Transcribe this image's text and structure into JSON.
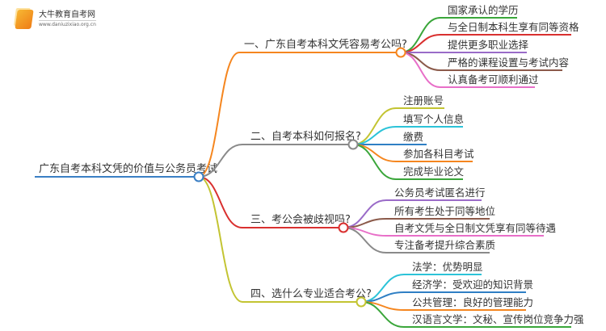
{
  "logo": {
    "name": "大牛教育自考网",
    "url": "www.daniuzixiao.org.cn"
  },
  "root": {
    "label": "广东自考本科文凭的价值与公务员考试",
    "color": "#3a7fc4"
  },
  "branches": [
    {
      "label": "一、广东自考本科文凭容易考公吗?",
      "color": "#f5861f",
      "leaves": [
        {
          "label": "国家承认的学历",
          "color": "#3aa63a"
        },
        {
          "label": "与全日制本科生享有同等资格",
          "color": "#d9302f"
        },
        {
          "label": "提供更多职业选择",
          "color": "#9a6bc8"
        },
        {
          "label": "严格的课程设置与考试内容",
          "color": "#8b5a4a"
        },
        {
          "label": "认真备考可顺利通过",
          "color": "#e86fc8"
        }
      ]
    },
    {
      "label": "二、自考本科如何报名?",
      "color": "#8a8a8a",
      "leaves": [
        {
          "label": "注册账号",
          "color": "#c3c432"
        },
        {
          "label": "填写个人信息",
          "color": "#2cc3d8"
        },
        {
          "label": "缴费",
          "color": "#2f7fc4"
        },
        {
          "label": "参加各科目考试",
          "color": "#f5861f"
        },
        {
          "label": "完成毕业论文",
          "color": "#3aa63a"
        }
      ]
    },
    {
      "label": "三、考公会被歧视吗?",
      "color": "#d9302f",
      "leaves": [
        {
          "label": "公务员考试匿名进行",
          "color": "#9a6bc8"
        },
        {
          "label": "所有考生处于同等地位",
          "color": "#8b5a4a"
        },
        {
          "label": "自考文凭与全日制文凭享有同等待遇",
          "color": "#e86fc8"
        },
        {
          "label": "专注备考提升综合素质",
          "color": "#8a8a8a"
        }
      ]
    },
    {
      "label": "四、选什么专业适合考公?",
      "color": "#c3c432",
      "leaves": [
        {
          "label": "法学：优势明显",
          "color": "#2cc3d8"
        },
        {
          "label": "经济学：受欢迎的知识背景",
          "color": "#2f7fc4"
        },
        {
          "label": "公共管理：良好的管理能力",
          "color": "#f5861f"
        },
        {
          "label": "汉语言文学：文秘、宣传岗位竞争力强",
          "color": "#3aa63a"
        }
      ]
    }
  ]
}
